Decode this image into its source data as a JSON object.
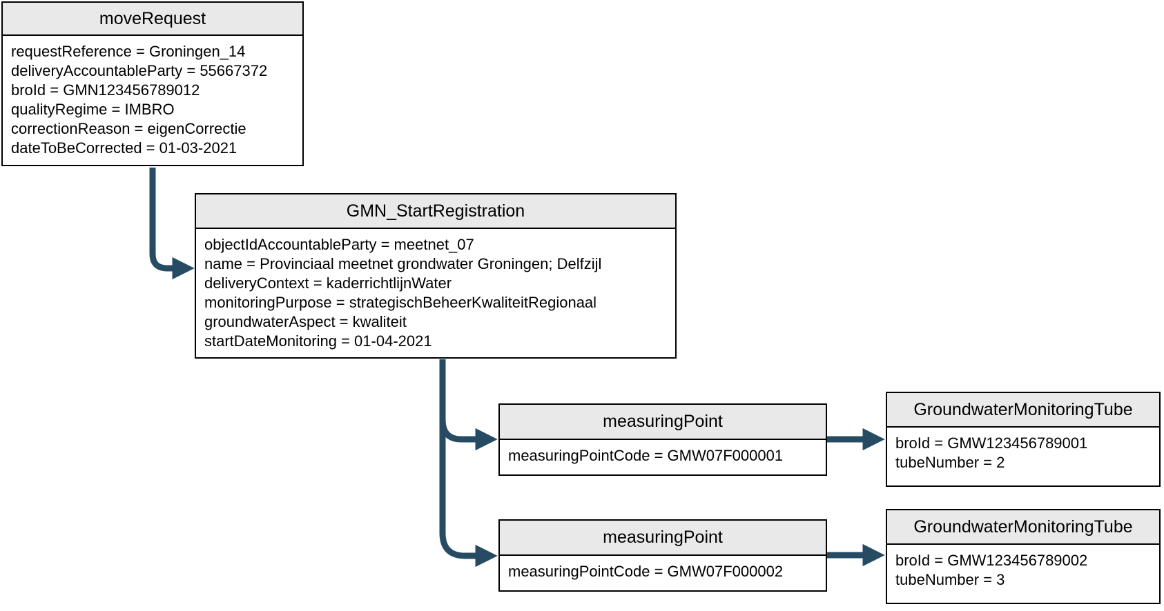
{
  "diagram_type": "object-diagram",
  "colors": {
    "arrow": "#274B63",
    "header_fill": "#E9E9E9",
    "border": "#000000",
    "background": "#FFFFFF"
  },
  "nodes": [
    {
      "id": "moveRequest",
      "title": "moveRequest",
      "attributes": [
        "requestReference = Groningen_14",
        "deliveryAccountableParty = 55667372",
        "broId = GMN123456789012",
        "qualityRegime = IMBRO",
        "correctionReason = eigenCorrectie",
        "dateToBeCorrected = 01-03-2021"
      ]
    },
    {
      "id": "gmnStartRegistration",
      "title": "GMN_StartRegistration",
      "attributes": [
        "objectIdAccountableParty = meetnet_07",
        "name = Provinciaal meetnet grondwater Groningen; Delfzijl",
        "deliveryContext = kaderrichtlijnWater",
        "monitoringPurpose = strategischBeheerKwaliteitRegionaal",
        "groundwaterAspect = kwaliteit",
        "startDateMonitoring = 01-04-2021"
      ]
    },
    {
      "id": "measuringPoint1",
      "title": "measuringPoint",
      "attributes": [
        "measuringPointCode = GMW07F000001"
      ]
    },
    {
      "id": "measuringPoint2",
      "title": "measuringPoint",
      "attributes": [
        "measuringPointCode = GMW07F000002"
      ]
    },
    {
      "id": "groundwaterMonitoringTube1",
      "title": "GroundwaterMonitoringTube",
      "attributes": [
        "broId = GMW123456789001",
        "tubeNumber = 2"
      ]
    },
    {
      "id": "groundwaterMonitoringTube2",
      "title": "GroundwaterMonitoringTube",
      "attributes": [
        "broId = GMW123456789002",
        "tubeNumber = 3"
      ]
    }
  ],
  "edges": [
    {
      "from": "moveRequest",
      "to": "gmnStartRegistration"
    },
    {
      "from": "gmnStartRegistration",
      "to": "measuringPoint1"
    },
    {
      "from": "gmnStartRegistration",
      "to": "measuringPoint2"
    },
    {
      "from": "measuringPoint1",
      "to": "groundwaterMonitoringTube1"
    },
    {
      "from": "measuringPoint2",
      "to": "groundwaterMonitoringTube2"
    }
  ]
}
